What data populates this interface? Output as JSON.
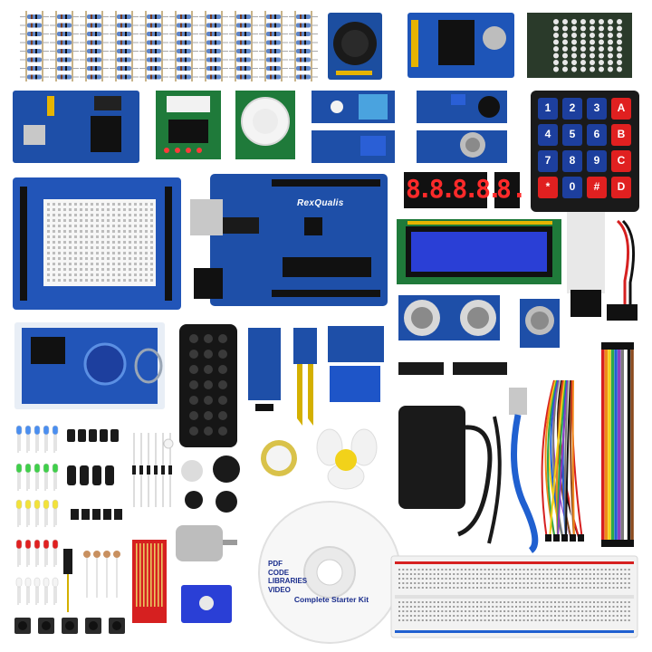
{
  "product": {
    "board_logo": "RexQualis",
    "cd_media_lines": [
      "PDF",
      "CODE",
      "LIBRARIES",
      "VIDEO"
    ],
    "cd_title": "Complete Starter Kit"
  },
  "keypad": {
    "keys": [
      "1",
      "2",
      "3",
      "A",
      "4",
      "5",
      "6",
      "B",
      "7",
      "8",
      "9",
      "C",
      "*",
      "0",
      "#",
      "D"
    ]
  },
  "segment_display": {
    "four_digit": "8.8.8.8.",
    "single_digit": "8."
  },
  "colors": {
    "board_blue": "#1e4fa8",
    "pcb_blue": "#2255b8",
    "keypad_red": "#e02020",
    "keypad_blue": "#1d3f9e",
    "lcd_blue": "#2a3fd6",
    "wire_colors": [
      "#d62020",
      "#f08a1a",
      "#f2d21a",
      "#2da84a",
      "#2060d0",
      "#8a3fc4",
      "#7a7a7a",
      "#ffffff",
      "#111111",
      "#8b4a1e"
    ]
  }
}
